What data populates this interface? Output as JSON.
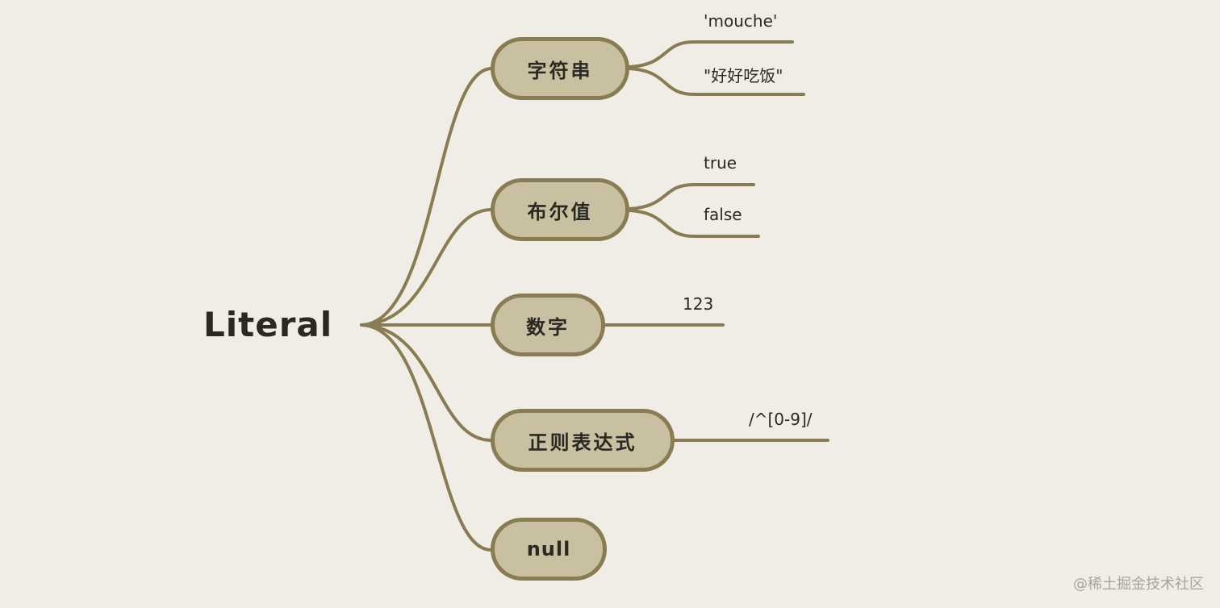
{
  "diagram": {
    "root": {
      "label": "Literal"
    },
    "branches": [
      {
        "label": "字符串",
        "leaves": [
          "'mouche'",
          "\"好好吃饭\""
        ]
      },
      {
        "label": "布尔值",
        "leaves": [
          "true",
          "false"
        ]
      },
      {
        "label": "数字",
        "leaves": [
          "123"
        ]
      },
      {
        "label": "正则表达式",
        "leaves": [
          "/^[0-9]/"
        ]
      },
      {
        "label": "null",
        "leaves": []
      }
    ]
  },
  "watermark": "@稀土掘金技术社区",
  "colors": {
    "background": "#efede5",
    "node_fill": "#c9bfa1",
    "stroke": "#8a7c52",
    "text": "#2a2820"
  }
}
